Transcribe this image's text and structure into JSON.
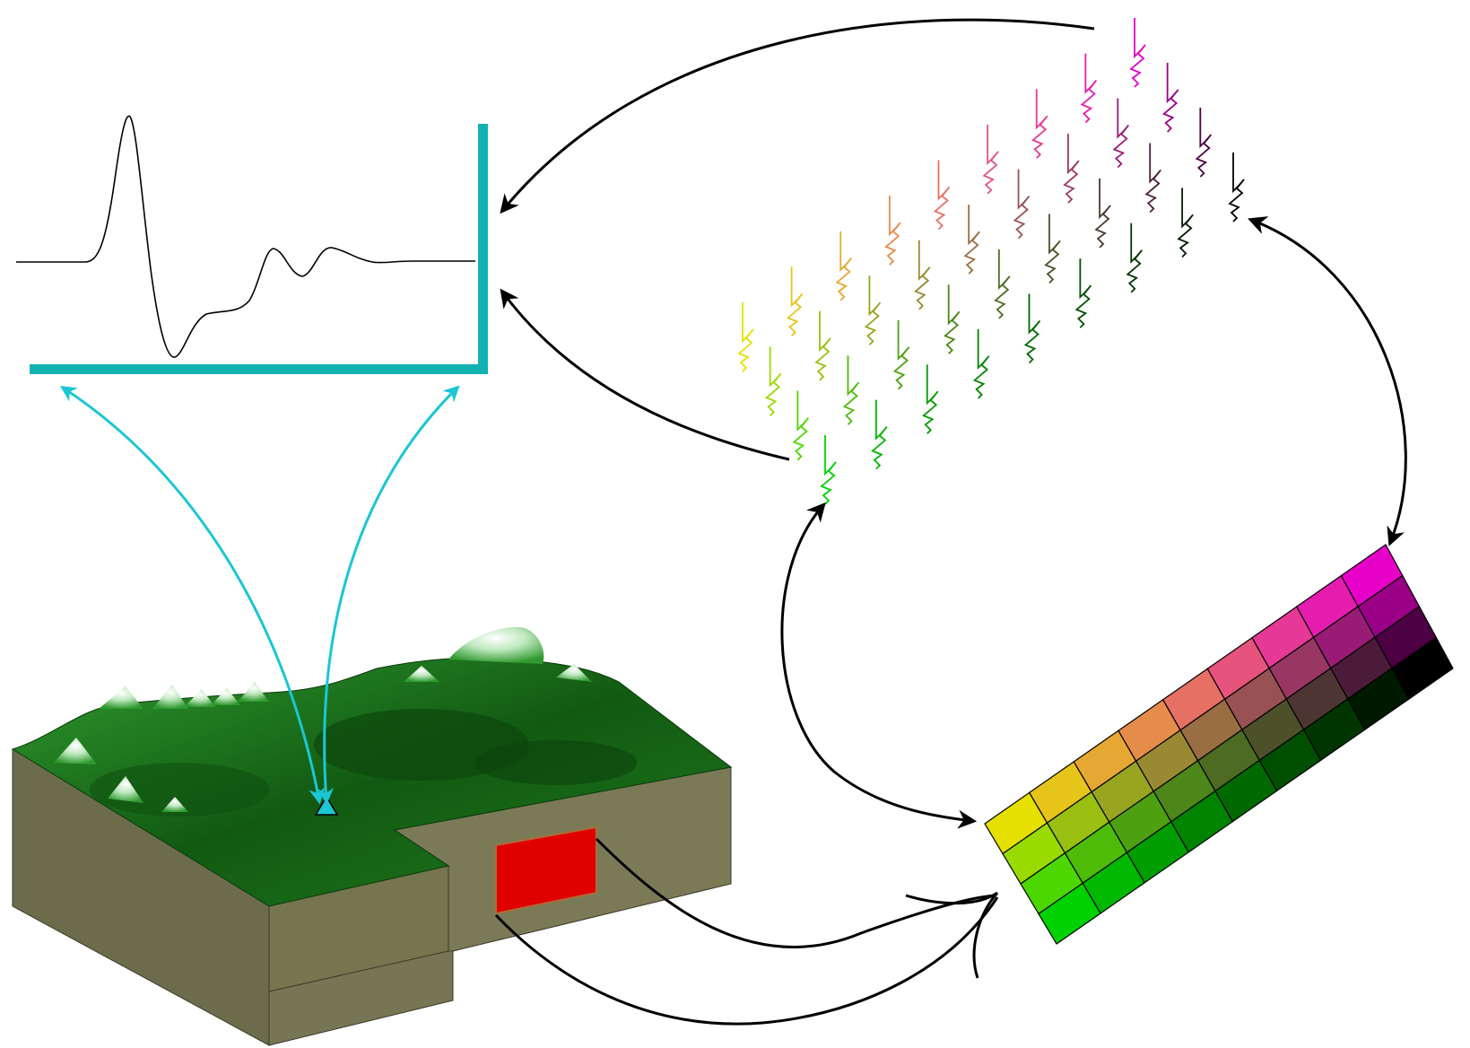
{
  "colors": {
    "background": "#ffffff",
    "seismogram_axis": "#13b2b2",
    "ray_arrows": "#1cc6d4",
    "flow_arrows": "#000000",
    "block_side": "#767654",
    "block_side_dark": "#5f5f45",
    "terrain_dark": "#0f4d0f",
    "terrain_mid": "#1f7a1f",
    "terrain_light": "#4fbf4f",
    "peak": "#ffffff",
    "fault_patch": "#e00000",
    "station_marker": "#1cc6d4"
  },
  "grid": {
    "rows": 4,
    "cols": 9,
    "corner_colors": {
      "top_left": "#e6e000",
      "top_right": "#e600c8",
      "bottom_left": "#00d200",
      "bottom_right": "#000000"
    }
  },
  "icons": {
    "waveform": "seismogram-trace",
    "station": "triangle-marker",
    "fault": "rupture-patch"
  }
}
